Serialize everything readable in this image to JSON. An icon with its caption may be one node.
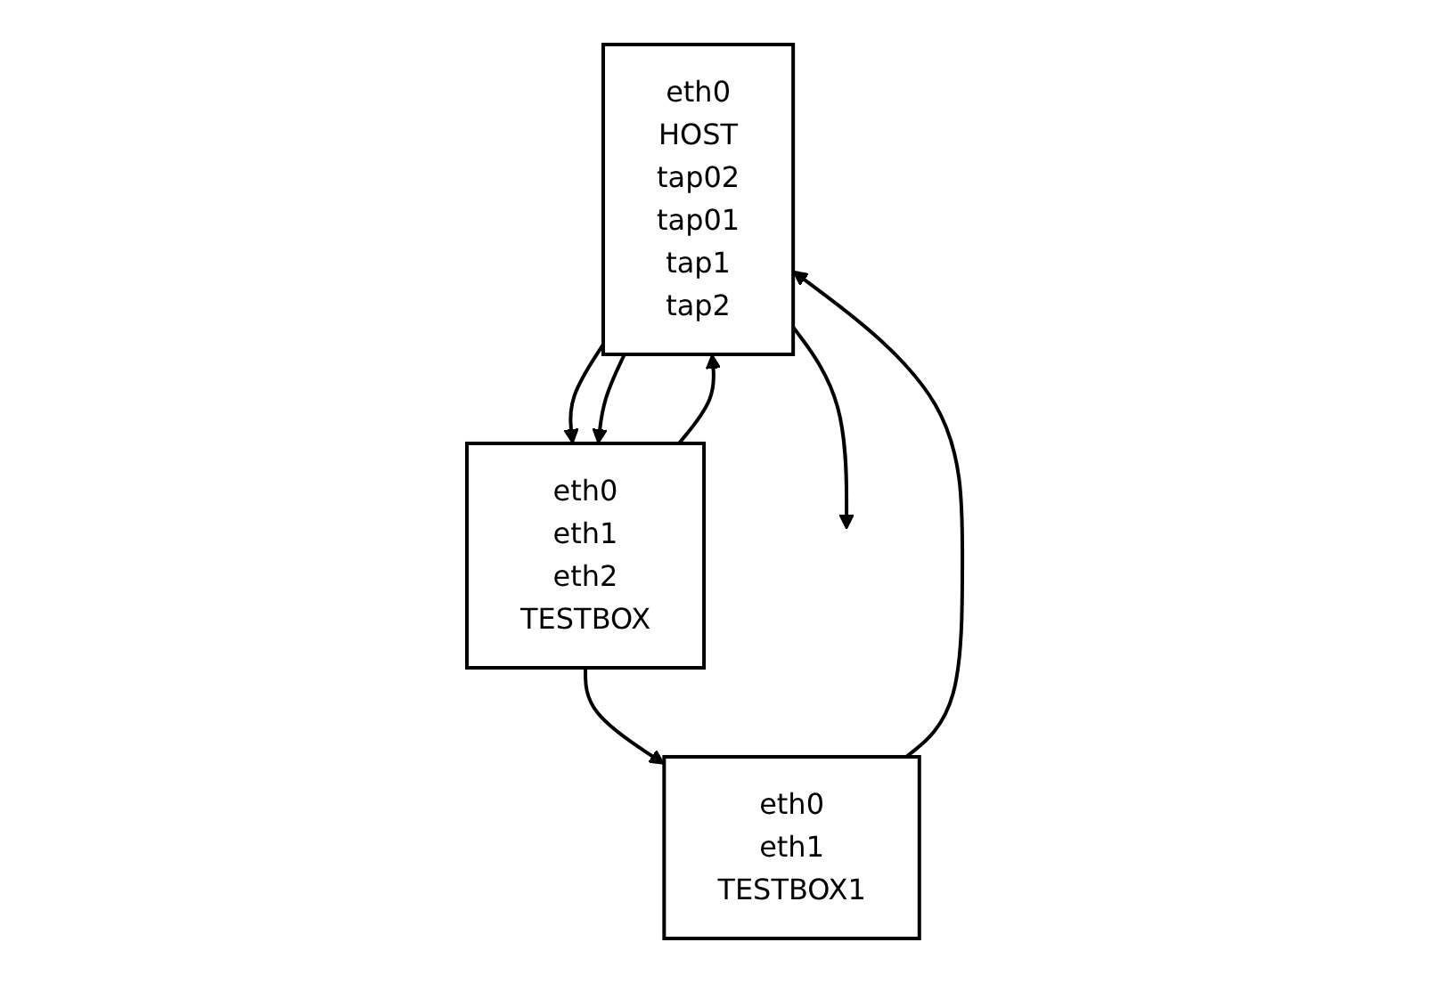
{
  "diagram": {
    "nodes": [
      {
        "text": [
          "eth0",
          "HOST",
          "tap02",
          "tap01",
          "tap1",
          "tap2"
        ]
      },
      {
        "text": [
          "eth0",
          "eth1",
          "TESTBOX1"
        ]
      },
      {
        "text": [
          "eth0",
          "eth1",
          "eth2",
          "TESTBOX"
        ]
      }
    ],
    "edges": [
      {
        "from": 0,
        "to": null,
        "arrow": "to"
      },
      {
        "from": 1,
        "to": 0,
        "arrow": "to"
      },
      {
        "from": 2,
        "to": 0,
        "arrow": "to"
      },
      {
        "from": 0,
        "to": 2,
        "arrow": "to"
      },
      {
        "from": 0,
        "to": 2,
        "arrow": "to"
      },
      {
        "from": 2,
        "to": 1,
        "arrow": "to"
      }
    ]
  }
}
